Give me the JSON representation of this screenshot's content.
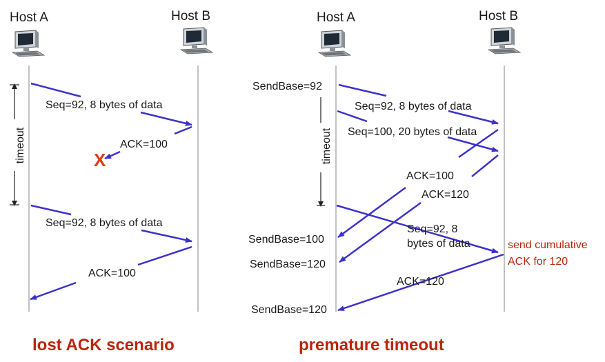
{
  "colors": {
    "arrow": "#3b32c9",
    "caption": "#b8260b",
    "note": "#b8260b",
    "loss_mark": "#e03a12"
  },
  "left": {
    "host_a": "Host A",
    "host_b": "Host B",
    "timeout_label": "timeout",
    "seg1_label": "Seq=92, 8 bytes of data",
    "ack1_label": "ACK=100",
    "loss_mark": "X",
    "seg2_label": "Seq=92, 8 bytes of data",
    "ack2_label": "ACK=100",
    "caption": "lost ACK scenario"
  },
  "right": {
    "host_a": "Host A",
    "host_b": "Host B",
    "timeout_label": "timeout",
    "sendbase_92": "SendBase=92",
    "seg1_label": "Seq=92, 8 bytes of data",
    "seg2_label": "Seq=100, 20 bytes of data",
    "ack1_label": "ACK=100",
    "ack2_label": "ACK=120",
    "sendbase_100": "SendBase=100",
    "sendbase_120a": "SendBase=120",
    "retx_label_1": "Seq=92,  8",
    "retx_label_2": "bytes of data",
    "note_1": "send cumulative",
    "note_2": "ACK for 120",
    "ack3_label": "ACK=120",
    "sendbase_120b": "SendBase=120",
    "caption": "premature timeout"
  }
}
